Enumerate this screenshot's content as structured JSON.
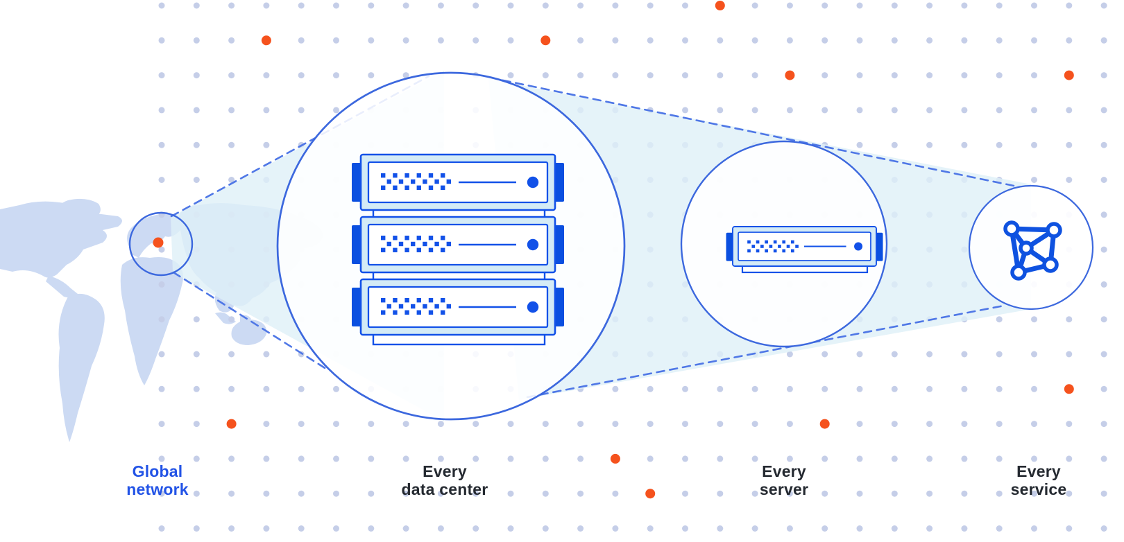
{
  "diagram": {
    "stages": [
      {
        "id": "global-network",
        "label": "Global\nnetwork",
        "icon": "world-map-highlight"
      },
      {
        "id": "data-center",
        "label": "Every\ndata center",
        "icon": "server-stack"
      },
      {
        "id": "server",
        "label": "Every\nserver",
        "icon": "server-unit"
      },
      {
        "id": "service",
        "label": "Every\nservice",
        "icon": "mesh-network"
      }
    ]
  },
  "colors": {
    "background": "#ffffff",
    "grid_dot": "#c5cee8",
    "accent_orange": "#f5521d",
    "map_fill": "#ccdaf3",
    "cone_fill": "#dff0f7",
    "circle_stroke": "#3c68de",
    "dashed_stroke": "#4f77e6",
    "server_border": "#1251e8",
    "server_fill": "#d4ebf6",
    "server_tab": "#0a4fe0",
    "icon_blue": "#0f52e0",
    "label_dark": "#242930",
    "label_blue": "#2253e6"
  }
}
